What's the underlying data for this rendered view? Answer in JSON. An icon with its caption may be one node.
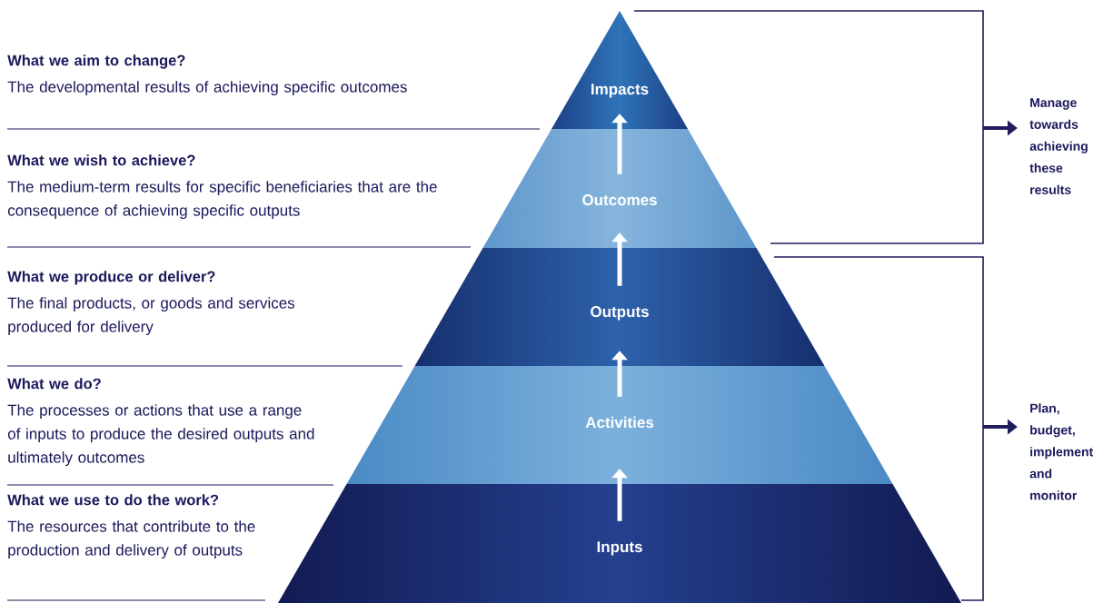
{
  "diagram": {
    "nodes": [
      {
        "text": [
          "Impacts"
        ]
      },
      {
        "text": [
          "Outcomes"
        ]
      },
      {
        "text": [
          "Outputs"
        ]
      },
      {
        "text": [
          "Activities"
        ]
      },
      {
        "text": [
          "Inputs"
        ]
      }
    ],
    "edges": [
      {
        "from": 4,
        "to": 3,
        "arrow": "to"
      },
      {
        "from": 3,
        "to": 2,
        "arrow": "to"
      },
      {
        "from": 2,
        "to": 1,
        "arrow": "to"
      },
      {
        "from": 1,
        "to": 0,
        "arrow": "to"
      }
    ],
    "labels": [
      "What we aim to change?",
      "The developmental results of achieving specific outcomes",
      "What we wish to achieve?",
      "The medium-term results for specific beneficiaries that are the consequence of achieving specific outputs",
      "What we produce or deliver?",
      "The final products, or goods and services produced for delivery",
      "What we do?",
      "The processes or actions that use a range of inputs to produce the desired outputs and ultimately outcomes",
      "What we use to do the work?",
      "The resources that contribute to the production and delivery of outputs",
      "Manage towards achieving these results",
      "Plan, budget, implement and monitor"
    ]
  }
}
